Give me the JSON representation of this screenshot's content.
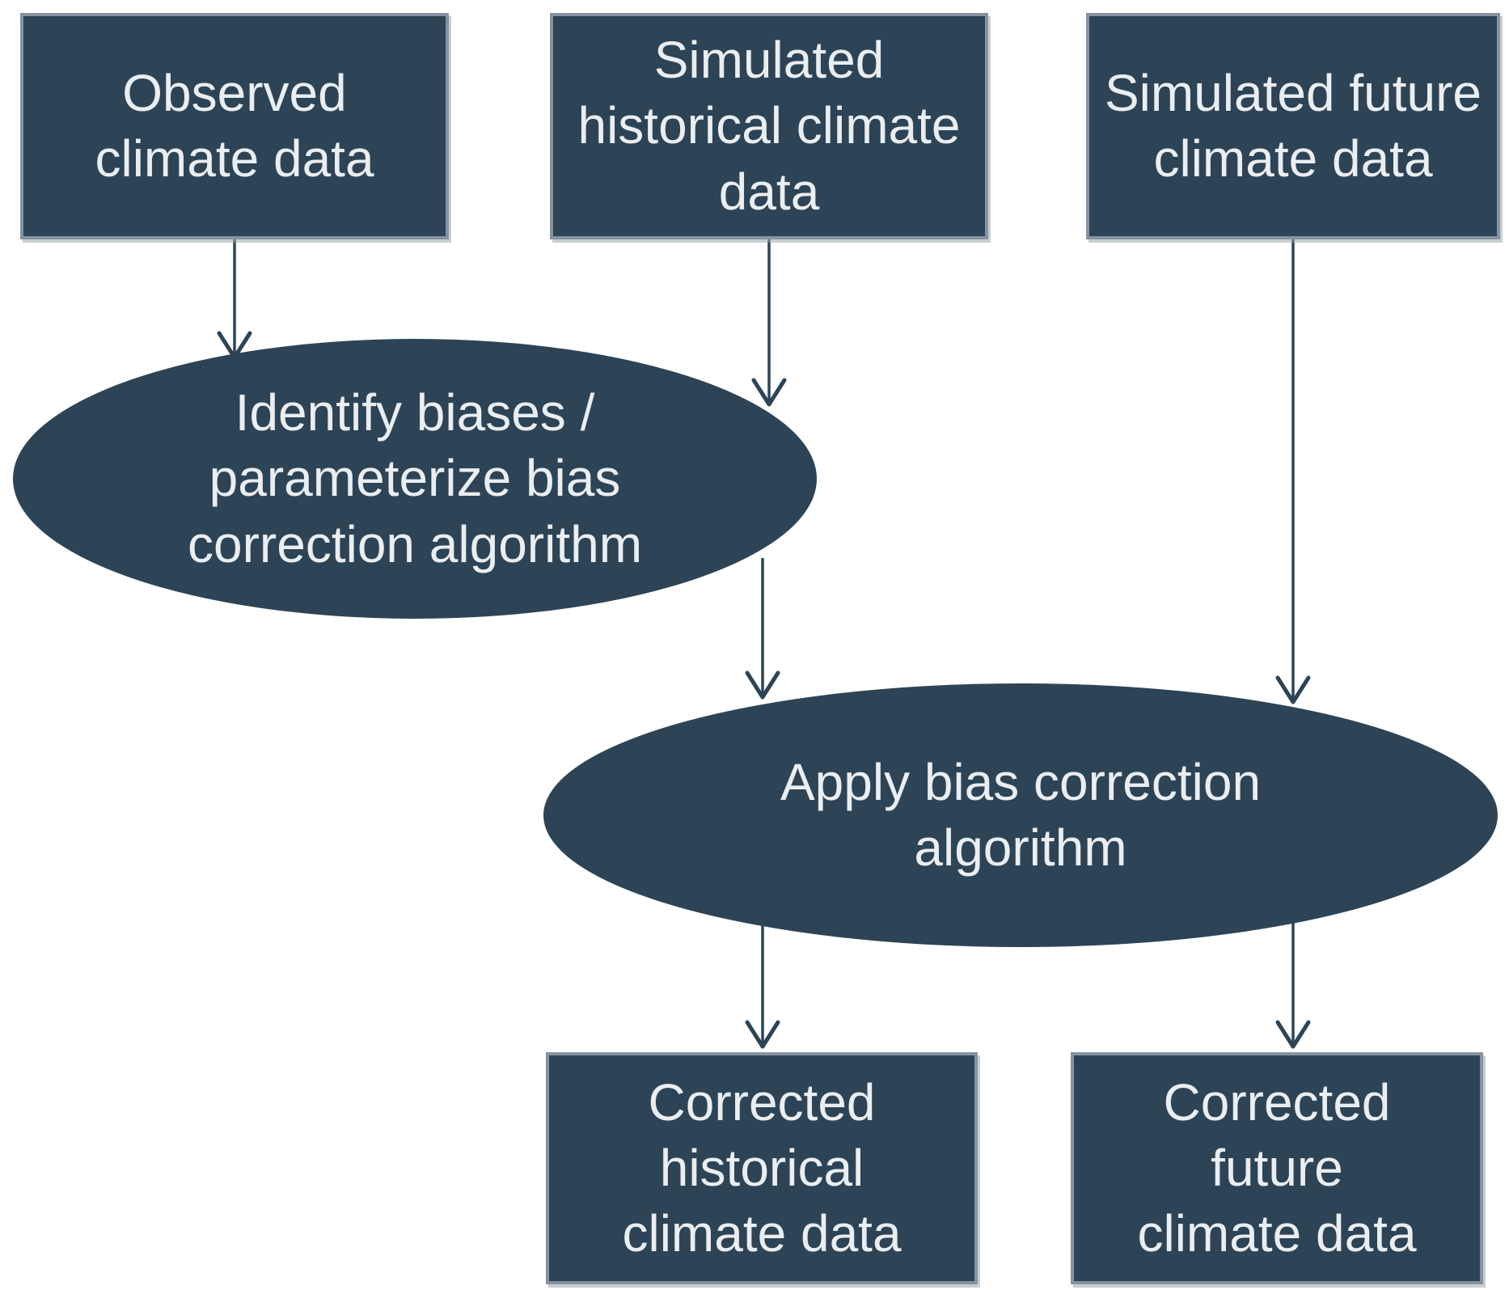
{
  "diagram": {
    "description": "Flowchart of climate data bias correction process",
    "colors": {
      "node_fill": "#2d4456",
      "node_border": "#8593a0",
      "text": "#eaeef1",
      "arrow": "#2d4456",
      "background": "#ffffff"
    },
    "nodes": [
      {
        "id": "observed",
        "type": "box",
        "label": "Observed\nclimate data"
      },
      {
        "id": "simulated_historical",
        "type": "box",
        "label": "Simulated\nhistorical climate\ndata"
      },
      {
        "id": "simulated_future",
        "type": "box",
        "label": "Simulated future\nclimate data"
      },
      {
        "id": "identify_biases",
        "type": "ellipse",
        "label": "Identify biases /\nparameterize bias\ncorrection algorithm"
      },
      {
        "id": "apply_bias",
        "type": "ellipse",
        "label": "Apply bias correction\nalgorithm"
      },
      {
        "id": "corrected_historical",
        "type": "box",
        "label": "Corrected\nhistorical\nclimate data"
      },
      {
        "id": "corrected_future",
        "type": "box",
        "label": "Corrected\nfuture\nclimate data"
      }
    ],
    "edges": [
      {
        "from": "observed",
        "to": "identify_biases"
      },
      {
        "from": "simulated_historical",
        "to": "identify_biases"
      },
      {
        "from": "simulated_future",
        "to": "apply_bias"
      },
      {
        "from": "identify_biases",
        "to": "apply_bias"
      },
      {
        "from": "apply_bias",
        "to": "corrected_historical"
      },
      {
        "from": "apply_bias",
        "to": "corrected_future"
      }
    ]
  }
}
